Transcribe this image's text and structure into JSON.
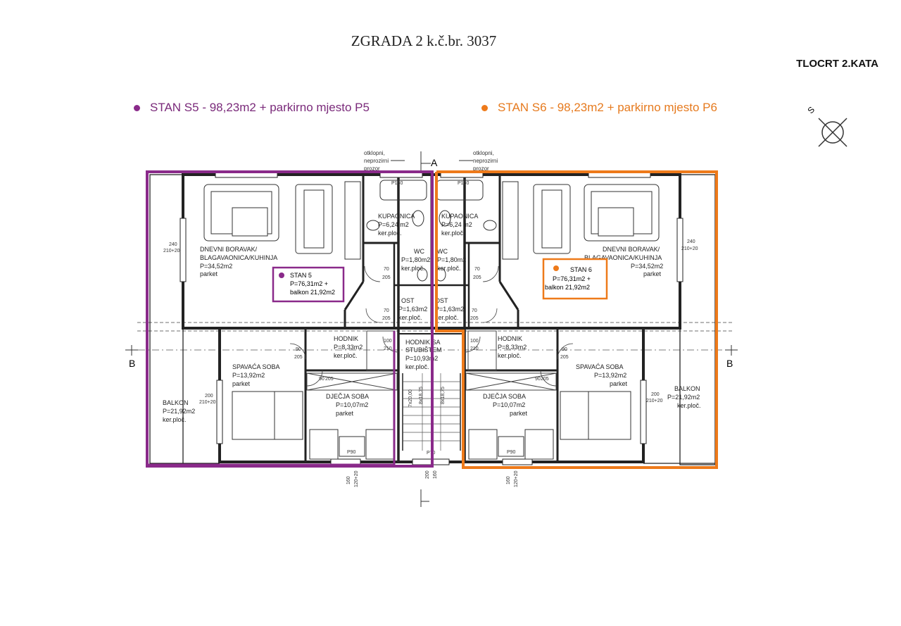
{
  "header": {
    "title": "ZGRADA 2 k.č.br. 3037",
    "floor_title": "TLOCRT 2.KATA"
  },
  "legend": {
    "s5": "STAN S5 - 98,23m2 + parkirno mjesto P5",
    "s6": "STAN S6 - 98,23m2 + parkirno mjesto P6"
  },
  "colors": {
    "s5": "#8a2a8a",
    "s6": "#ee7a1a"
  },
  "compass": {
    "label": "S"
  },
  "section_markers": {
    "a": "A",
    "b": "B"
  },
  "window_note": {
    "line1": "otklopni,",
    "line2": "neprozirni",
    "line3": "prozor"
  },
  "units": {
    "s5": {
      "name": "STAN 5",
      "area": "P=76,31m2 +",
      "balcony": "balkon 21,92m2"
    },
    "s6": {
      "name": "STAN 6",
      "area": "P=76,31m2 +",
      "balcony": "balkon 21,92m2"
    }
  },
  "rooms": {
    "living": {
      "l1": "DNEVNI BORAVAK/",
      "l2": "BLAGAVAONICA/KUHINJA",
      "area": "P=34,52m2",
      "floor": "parket"
    },
    "bath": {
      "name": "KUPAONICA",
      "area": "P=6,24 m2",
      "floor": "ker.ploč."
    },
    "wc": {
      "name": "WC",
      "area": "P=1,80m2",
      "floor": "ker.ploč."
    },
    "ost": {
      "name": "OST",
      "area": "P=1,63m2",
      "floor": "ker.ploč."
    },
    "hall": {
      "name": "HODNIK",
      "area": "P=8,33m2",
      "floor": "ker.ploč."
    },
    "stair": {
      "l1": "HODNIK SA",
      "l2": "STUBIŠTEM",
      "area": "P=10,93m2",
      "floor": "ker.ploč."
    },
    "bed": {
      "name": "SPAVAĆA SOBA",
      "area": "P=13,92m2",
      "floor": "parket"
    },
    "kids": {
      "name": "DJEČJA SOBA",
      "area": "P=10,07m2",
      "floor": "parket"
    },
    "balcony": {
      "name": "BALKON",
      "area": "P=21,92m2",
      "floor": "ker.ploč."
    }
  },
  "dims": {
    "win_h": "240",
    "win_s": "210+20",
    "bal_h": "200",
    "bal_s": "210+20",
    "door_70": "70",
    "door_205": "205",
    "door_90": "90",
    "door_100": "100",
    "door_210": "210",
    "stair_w": "P70",
    "p90": "P90",
    "bot_160": "160",
    "bot_120": "120+20",
    "ent_200": "200",
    "ent_160": "160",
    "bath_w": "P150",
    "st1": "7x20,00",
    "st2": "8x18,75",
    "st3": "8x18,75"
  }
}
